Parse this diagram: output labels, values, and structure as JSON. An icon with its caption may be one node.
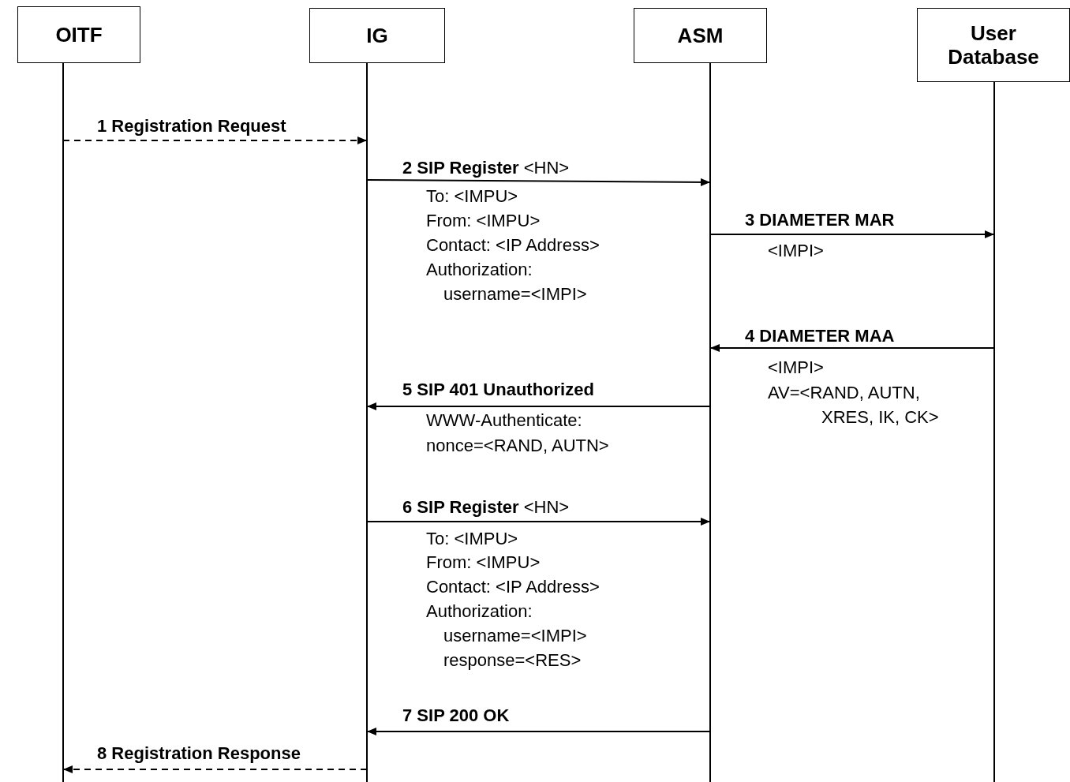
{
  "diagram": {
    "nodes": [
      {
        "text": [
          "OITF"
        ]
      },
      {
        "text": [
          "IG"
        ]
      },
      {
        "text": [
          "ASM"
        ]
      },
      {
        "text": [
          "User Database"
        ]
      },
      {
        "text": [],
        "shape": "line"
      },
      {
        "text": [],
        "shape": "line"
      },
      {
        "text": [],
        "shape": "line"
      },
      {
        "text": [],
        "shape": "line"
      }
    ],
    "edges": [
      {
        "from": 4,
        "to": 5,
        "arrow": "to",
        "style": "dashed",
        "label": "**1 Registration Request**"
      },
      {
        "from": 5,
        "to": 6,
        "arrow": "to",
        "label": "**2 SIP Register** <HN>"
      },
      {
        "from": 6,
        "to": 7,
        "arrow": "to",
        "label": "**3 DIAMETER MAR**"
      },
      {
        "from": 7,
        "to": 6,
        "arrow": "to",
        "label": "**4 DIAMETER MAA**"
      },
      {
        "from": 6,
        "to": 5,
        "arrow": "to",
        "label": "**5 SIP 401 Unauthorized**"
      },
      {
        "from": 5,
        "to": 6,
        "arrow": "to",
        "label": "**6 SIP Register** <HN>"
      },
      {
        "from": 6,
        "to": 5,
        "arrow": "to",
        "label": "**7 SIP 200 OK**"
      },
      {
        "from": 5,
        "to": 4,
        "arrow": "to",
        "style": "dashed",
        "label": "**8 Registration Response**"
      }
    ],
    "labels": [
      "To: <IMPU>",
      "From: <IMPU>",
      "Contact: <IP Address>",
      "Authorization:",
      "username=<IMPI>",
      "<IMPI>",
      "<IMPI>",
      "AV=<RAND, AUTN, XRES, IK, CK>",
      "WWW-Authenticate:",
      "nonce=<RAND, AUTN>",
      "To: <IMPU>",
      "From: <IMPU>",
      "Contact: <IP Address>",
      "Authorization:",
      "username=<IMPI>",
      "response=<RES>"
    ]
  }
}
